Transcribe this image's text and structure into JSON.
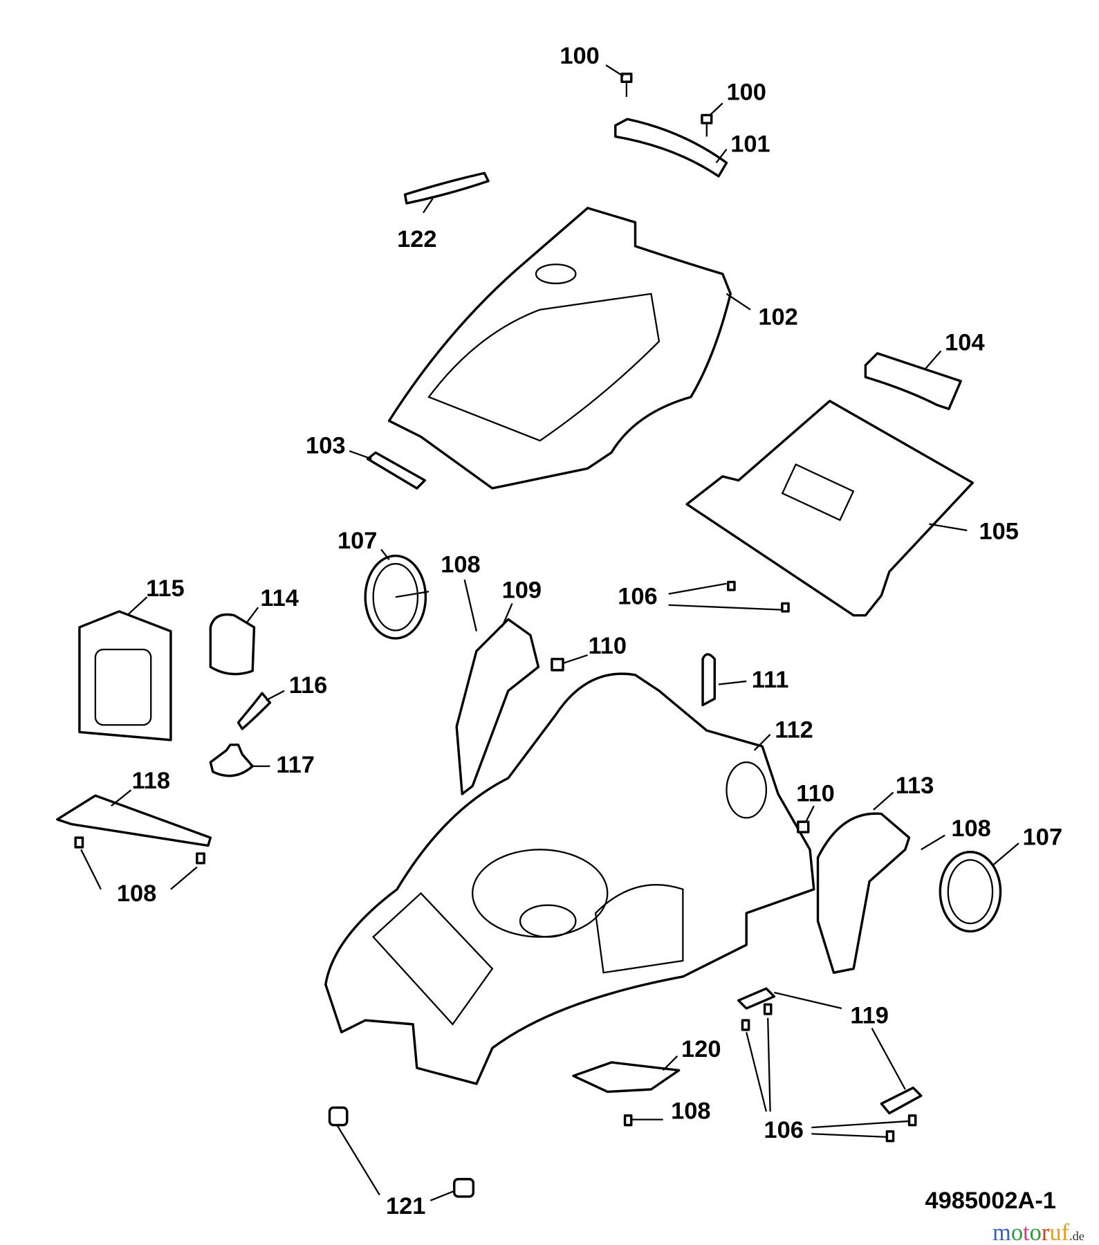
{
  "diagram_code": "4985002A-1",
  "watermark": {
    "letters": [
      "m",
      "o",
      "t",
      "o",
      "r",
      "u",
      "f"
    ],
    "colors": [
      "#3b5fc0",
      "#2e9a3a",
      "#d23a8a",
      "#2e9a3a",
      "#d2402a",
      "#e0a020",
      "#e0a020"
    ],
    "suffix": ".de"
  },
  "callouts": [
    "100",
    "100",
    "101",
    "122",
    "102",
    "104",
    "103",
    "105",
    "107",
    "108",
    "109",
    "106",
    "115",
    "114",
    "110",
    "111",
    "116",
    "112",
    "117",
    "118",
    "110",
    "113",
    "108",
    "107",
    "108",
    "119",
    "120",
    "108",
    "106",
    "121"
  ]
}
